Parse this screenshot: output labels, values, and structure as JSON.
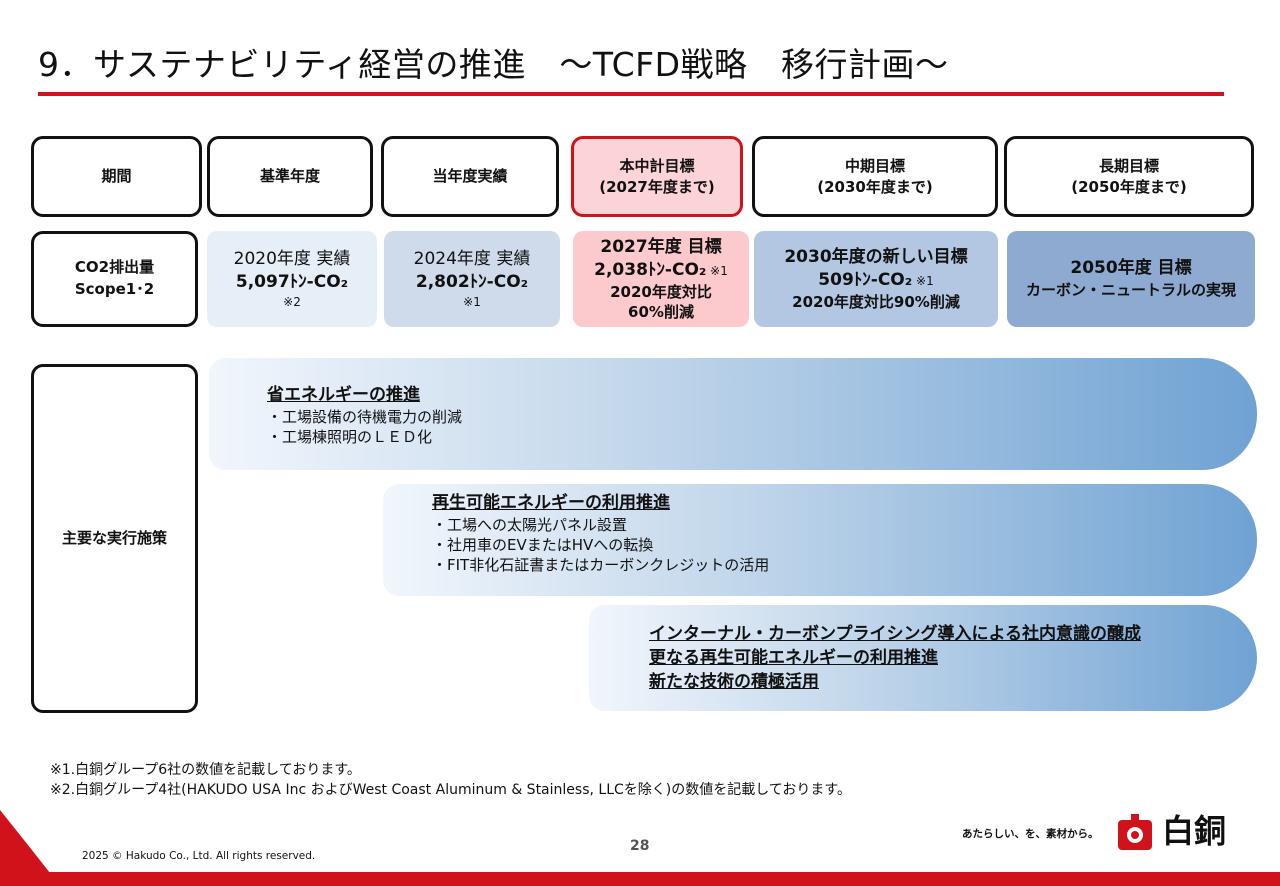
{
  "title": "9．サステナビリティ経営の推進　～TCFD戦略　移行計画～",
  "headers": [
    {
      "l1": "期間",
      "l2": ""
    },
    {
      "l1": "基準年度",
      "l2": ""
    },
    {
      "l1": "当年度実績",
      "l2": ""
    },
    {
      "l1": "本中計目標",
      "l2": "(2027年度まで)"
    },
    {
      "l1": "中期目標",
      "l2": "(2030年度まで)"
    },
    {
      "l1": "長期目標",
      "l2": "(2050年度まで)"
    }
  ],
  "co2_label": {
    "l1": "CO2排出量",
    "l2": "Scope1･2"
  },
  "values": {
    "base": {
      "l1": "2020年度 実績",
      "l2": "5,097ﾄﾝ-CO₂",
      "l3": "※2"
    },
    "current": {
      "l1": "2024年度 実績",
      "l2": "2,802ﾄﾝ-CO₂",
      "l3": "※1"
    },
    "plan2027": {
      "l1": "2027年度 目標",
      "l2": "2,038ﾄﾝ-CO₂",
      "l2note": " ※1",
      "l3": "2020年度対比",
      "l4": "60%削減"
    },
    "target2030": {
      "l1": "2030年度の新しい目標",
      "l2": "509ﾄﾝ-CO₂",
      "l2note": " ※1",
      "l3": "2020年度対比90%削減"
    },
    "target2050": {
      "l1": "2050年度 目標",
      "l2": "カーボン・ニュートラルの実現"
    }
  },
  "measures_label": "主要な実行施策",
  "bands": [
    {
      "heading": "省エネルギーの推進",
      "items": [
        "・工場設備の待機電力の削減",
        "・工場棟照明のＬＥＤ化"
      ]
    },
    {
      "heading": "再生可能エネルギーの利用推進",
      "items": [
        "・工場への太陽光パネル設置",
        "・社用車のEVまたはHVへの転換",
        "・FIT非化石証書またはカーボンクレジットの活用"
      ]
    },
    {
      "lines": [
        "インターナル・カーボンプライシング導入による社内意識の醸成",
        "更なる再生可能エネルギーの利用推進",
        "新たな技術の積極活用"
      ]
    }
  ],
  "footnotes": [
    "※1.白銅グループ6社の数値を記載しております。",
    "※2.白銅グループ4社(HAKUDO USA Inc およびWest Coast Aluminum & Stainless, LLCを除く)の数値を記載しております。"
  ],
  "page_number": "28",
  "copyright": "2025 © Hakudo Co., Ltd. All rights reserved.",
  "tagline": "あたらしい、を、素材から。",
  "logo_text": "白銅",
  "colors": {
    "accent_red": "#d0121b",
    "band_blue": "#6fa2d3"
  }
}
